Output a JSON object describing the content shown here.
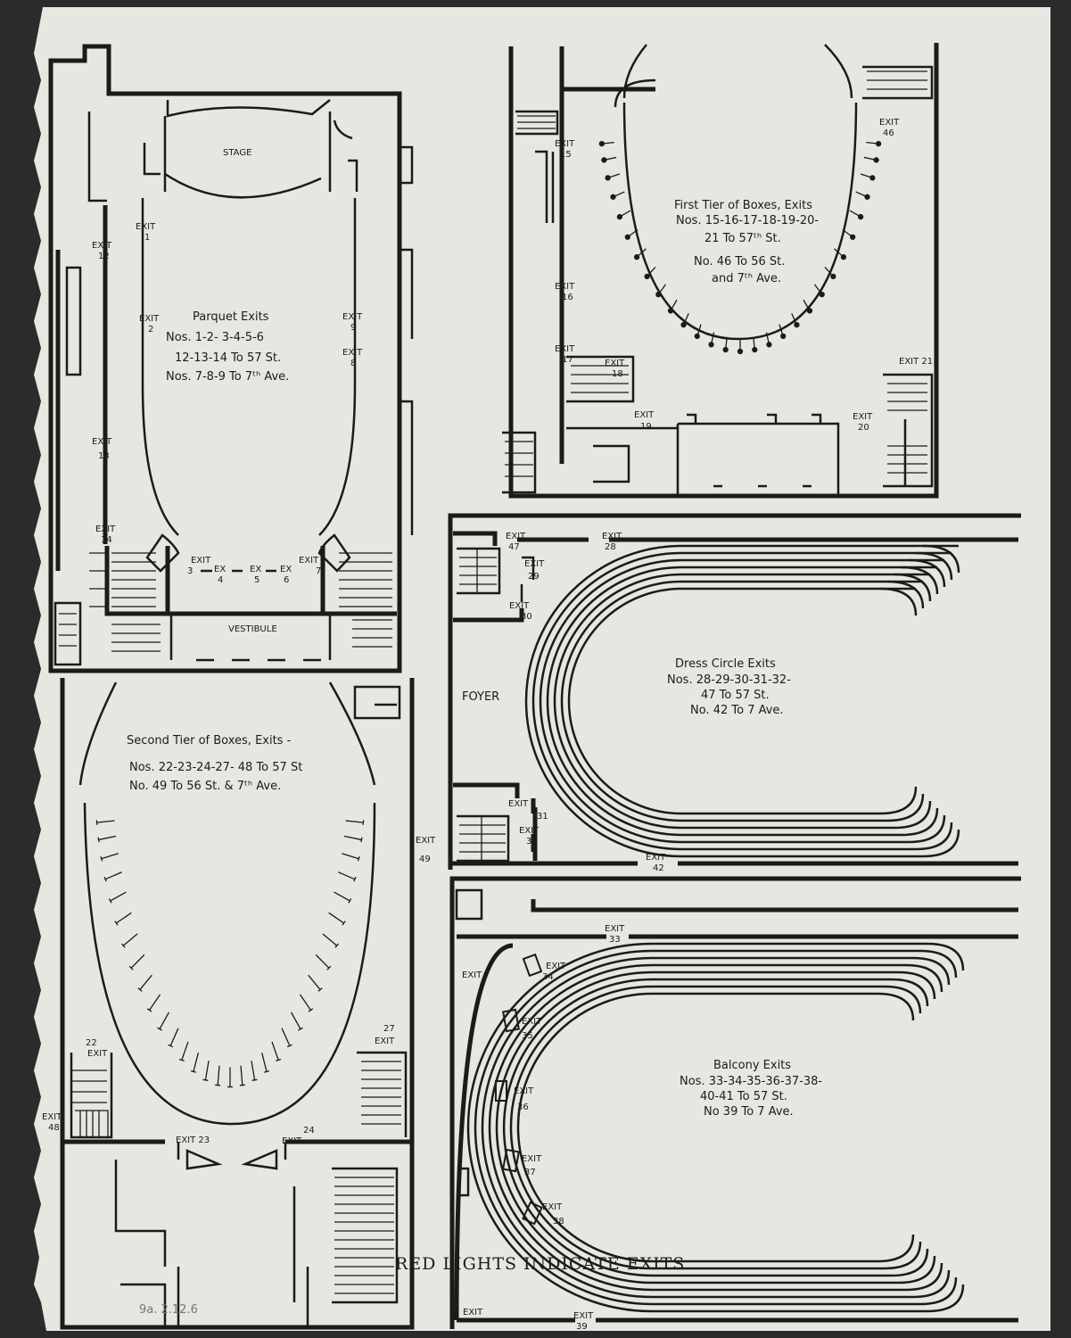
{
  "parquet": {
    "stage": "STAGE",
    "vestibule": "VESTIBULE",
    "title": "Parquet Exits",
    "lines": [
      "Nos. 1-2- 3-4-5-6",
      "12-13-14 To 57 St.",
      "Nos. 7-8-9 To 7ᵗʰ Ave."
    ],
    "exits": {
      "e1": [
        "EXIT",
        "1"
      ],
      "e2": [
        "EXIT",
        "2"
      ],
      "e3": [
        "EXIT",
        "3"
      ],
      "e4": [
        "EX",
        "4"
      ],
      "e5": [
        "EX",
        "5"
      ],
      "e6": [
        "EX",
        "6"
      ],
      "e7": [
        "EXIT",
        "7"
      ],
      "e8": [
        "EXIT",
        "8"
      ],
      "e9": [
        "EXIT",
        "9"
      ],
      "e12": [
        "EXIT",
        "12"
      ],
      "e13": [
        "EXIT",
        "13"
      ],
      "e14": [
        "EXIT",
        "14"
      ]
    }
  },
  "first_tier": {
    "title": "First Tier of Boxes, Exits",
    "lines": [
      "Nos. 15-16-17-18-19-20-",
      "21 To 57ᵗʰ St.",
      "No. 46 To 56 St.",
      "and 7ᵗʰ Ave."
    ],
    "exits": {
      "e15": [
        "EXIT",
        "15"
      ],
      "e16": [
        "EXIT",
        "16"
      ],
      "e17": [
        "EXIT",
        "17"
      ],
      "e18": [
        "EXIT",
        "18"
      ],
      "e19": [
        "EXIT",
        "19"
      ],
      "e20": [
        "EXIT",
        "20"
      ],
      "e21": [
        "EXIT 21",
        ""
      ],
      "e46": [
        "EXIT",
        "46"
      ]
    }
  },
  "second_tier": {
    "title": "Second Tier of Boxes, Exits -",
    "lines": [
      "Nos. 22-23-24-27- 48 To 57 St",
      "No. 49 To 56 St. & 7ᵗʰ Ave."
    ],
    "exits": {
      "e22": [
        "22",
        "EXIT"
      ],
      "e23": [
        "EXIT 23",
        ""
      ],
      "e24": [
        "24",
        "EXIT"
      ],
      "e27": [
        "27",
        "EXIT"
      ],
      "e48": [
        "EXIT",
        "48"
      ],
      "e49": [
        "EXIT",
        "49"
      ]
    }
  },
  "dress_circle": {
    "foyer": "FOYER",
    "title": "Dress Circle Exits",
    "lines": [
      "Nos. 28-29-30-31-32-",
      "47 To 57 St.",
      "No. 42 To 7 Ave."
    ],
    "exits": {
      "e47": [
        "EXIT",
        "47"
      ],
      "e28": [
        "EXIT",
        "28"
      ],
      "e29": [
        "EXIT",
        "29"
      ],
      "e30": [
        "EXIT",
        "30"
      ],
      "e31": [
        "EXIT",
        "31"
      ],
      "e32": [
        "EXIT",
        "32"
      ],
      "e42": [
        "EXIT",
        "42"
      ]
    }
  },
  "balcony": {
    "title": "Balcony Exits",
    "lines": [
      "Nos. 33-34-35-36-37-38-",
      "40-41 To 57 St.",
      "No 39 To 7 Ave."
    ],
    "exits": {
      "e33": [
        "EXIT",
        "33"
      ],
      "e34": [
        "EXIT",
        "34"
      ],
      "e35": [
        "EXIT",
        "35"
      ],
      "e36": [
        "EXIT",
        "36"
      ],
      "e37": [
        "EXIT",
        "37"
      ],
      "e38": [
        "EXIT",
        "38"
      ],
      "e39": [
        "EXIT",
        "39"
      ],
      "e40": [
        "EXIT",
        ""
      ],
      "e41": [
        "EXIT",
        ""
      ]
    }
  },
  "footer": {
    "text": "RED LIGHTS INDICATE EXITS"
  },
  "pencil_note": "9a. 2.12.6"
}
